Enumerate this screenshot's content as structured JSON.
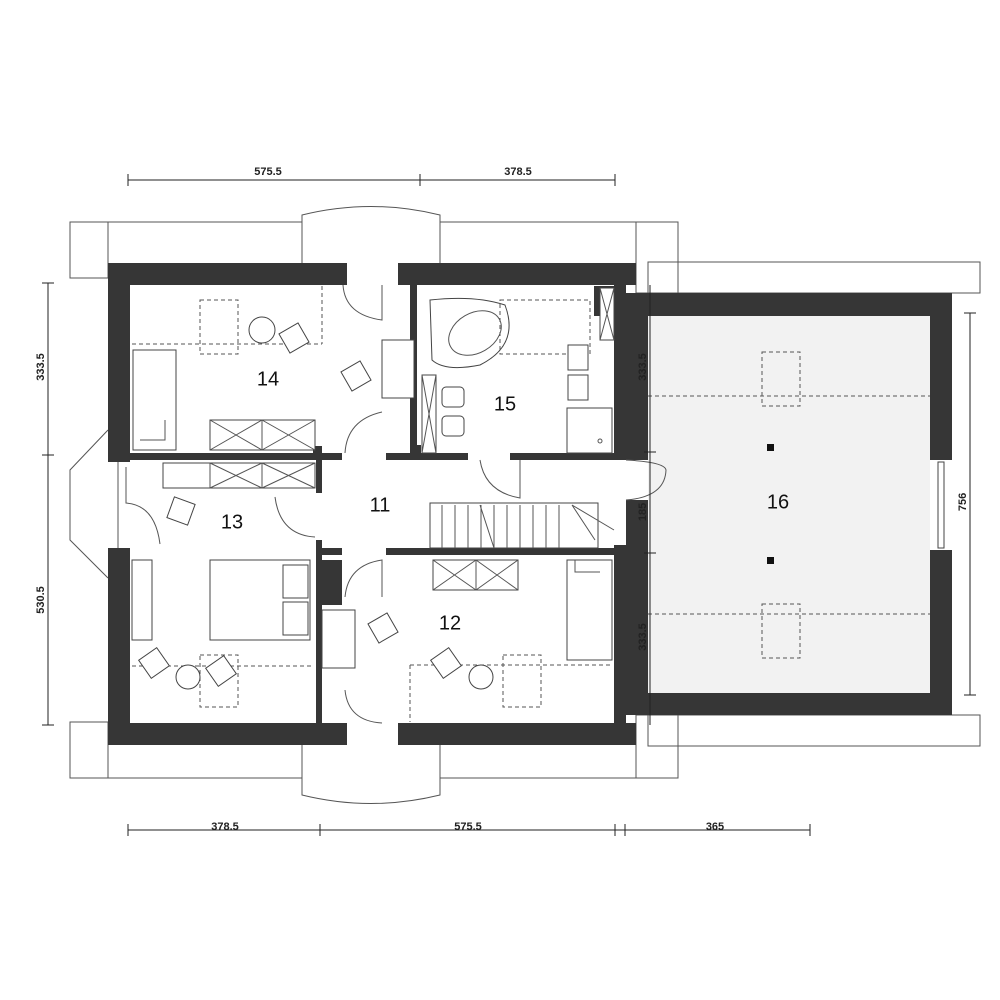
{
  "rooms": [
    {
      "id": "11"
    },
    {
      "id": "12"
    },
    {
      "id": "13"
    },
    {
      "id": "14"
    },
    {
      "id": "15"
    },
    {
      "id": "16"
    }
  ],
  "dimensions": {
    "top": [
      "575.5",
      "378.5"
    ],
    "bottom": [
      "378.5",
      "575.5",
      "365"
    ],
    "left": [
      "333.5",
      "530.5"
    ],
    "garage": [
      "333.5",
      "185",
      "333.5"
    ],
    "right": "756"
  },
  "colors": {
    "wall": "#363636",
    "garage_fill": "#f2f2f2"
  }
}
